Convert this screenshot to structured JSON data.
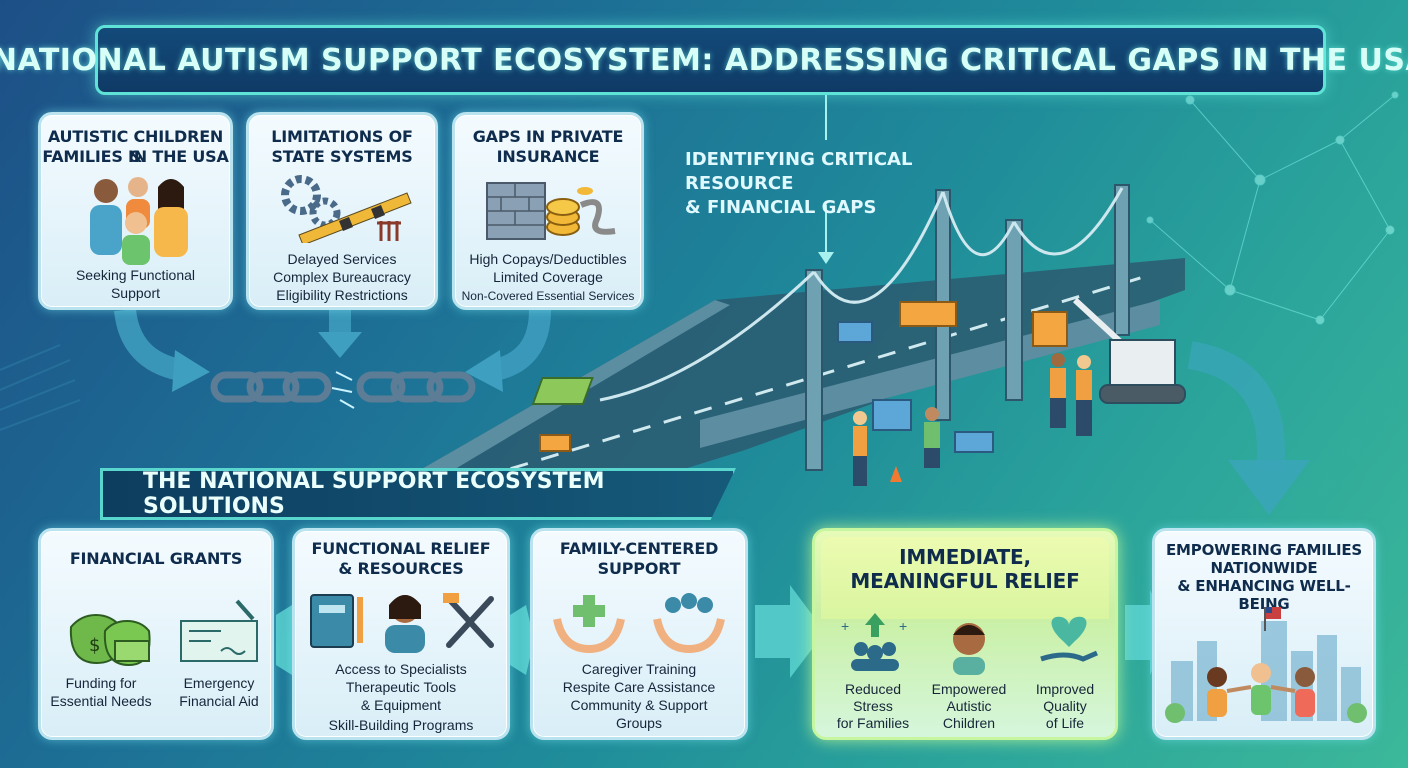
{
  "title": "NATIONAL AUTISM SUPPORT ECOSYSTEM: ADDRESSING CRITICAL GAPS IN THE USA",
  "callout": {
    "line1": "IDENTIFYING CRITICAL RESOURCE",
    "line2": "& FINANCIAL GAPS"
  },
  "problems": [
    {
      "title1": "AUTISTIC CHILDREN &",
      "title2": "FAMILIES IN THE USA",
      "lines": [
        "Seeking Functional",
        "Support"
      ],
      "icon": "family-icon"
    },
    {
      "title1": "LIMITATIONS OF",
      "title2": "STATE SYSTEMS",
      "lines": [
        "Delayed Services",
        "Complex Bureaucracy",
        "Eligibility Restrictions"
      ],
      "icon": "broken-gears-icon"
    },
    {
      "title1": "GAPS IN PRIVATE",
      "title2": "INSURANCE",
      "lines": [
        "High Copays/Deductibles",
        "Limited Coverage",
        "Non-Covered Essential Services"
      ],
      "icon": "brick-wall-coins-icon"
    }
  ],
  "solutions_heading": "THE NATIONAL SUPPORT ECOSYSTEM SOLUTIONS",
  "solutions": [
    {
      "title1": "FINANCIAL GRANTS",
      "title2": "",
      "left": [
        "Funding for",
        "Essential Needs"
      ],
      "right": [
        "Emergency",
        "Financial Aid"
      ],
      "icons": [
        "money-bags-icon",
        "check-icon"
      ]
    },
    {
      "title1": "FUNCTIONAL RELIEF",
      "title2": "& RESOURCES",
      "lines": [
        "Access to Specialists",
        "Therapeutic Tools",
        "& Equipment",
        "Skill-Building Programs"
      ],
      "icons": [
        "book-icon",
        "specialist-icon",
        "tools-icon"
      ]
    },
    {
      "title1": "FAMILY-CENTERED",
      "title2": "SUPPORT",
      "lines": [
        "Caregiver Training",
        "Respite Care Assistance",
        "Community & Support",
        "Groups"
      ],
      "icons": [
        "caring-hands-icon",
        "group-hands-icon"
      ]
    }
  ],
  "relief": {
    "title1": "IMMEDIATE,",
    "title2": "MEANINGFUL RELIEF",
    "items": [
      {
        "lines": [
          "Reduced",
          "Stress",
          "for Families"
        ],
        "icon": "reduced-stress-icon"
      },
      {
        "lines": [
          "Empowered",
          "Autistic",
          "Children"
        ],
        "icon": "empowered-child-icon"
      },
      {
        "lines": [
          "Improved",
          "Quality",
          "of Life"
        ],
        "icon": "heart-hand-icon"
      }
    ]
  },
  "outcome": {
    "lines": [
      "EMPOWERING FAMILIES",
      "NATIONWIDE",
      "& ENHANCING WELL-BEING"
    ],
    "icon": "city-children-icon"
  },
  "colors": {
    "accent": "#5fe3d6",
    "title_text": "#d8fff7",
    "card_bg": "#eef8fc",
    "relief_bg": "#d9f5a0",
    "dark_text": "#0f2c4c"
  }
}
